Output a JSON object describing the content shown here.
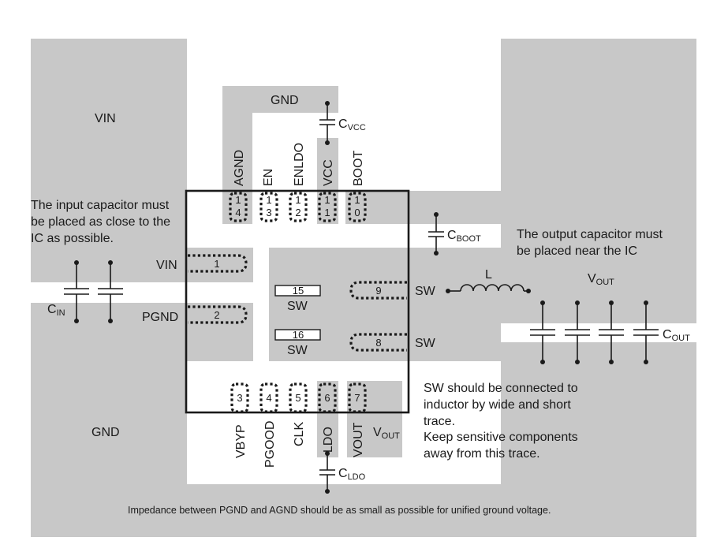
{
  "regions": {
    "vin": "VIN",
    "gnd_top": "GND",
    "gnd_bottom": "GND",
    "vout": "VOUT"
  },
  "pin_labels": {
    "agnd": "AGND",
    "en": "EN",
    "enldo": "ENLDO",
    "vcc": "VCC",
    "boot": "BOOT",
    "vin": "VIN",
    "pgnd": "PGND",
    "sw_right_top": "SW",
    "sw_right_bottom": "SW",
    "vbyp": "VBYP",
    "pgood": "PGOOD",
    "clk": "CLK",
    "ldo": "LDO",
    "vout": "VOUT",
    "vout_label": "VOUT"
  },
  "pin_numbers": {
    "p14": [
      "1",
      "4"
    ],
    "p13": [
      "1",
      "3"
    ],
    "p12": [
      "1",
      "2"
    ],
    "p11": [
      "1",
      "1"
    ],
    "p10": [
      "1",
      "0"
    ],
    "p1": "1",
    "p2": "2",
    "p3": "3",
    "p4": "4",
    "p5": "5",
    "p6": "6",
    "p7": "7",
    "p8": "8",
    "p9": "9",
    "p15": "15",
    "p16": "16"
  },
  "inner_labels": {
    "sw15": "SW",
    "sw16": "SW"
  },
  "components": {
    "cvcc": {
      "main": "C",
      "sub": "VCC"
    },
    "cboot": {
      "main": "C",
      "sub": "BOOT"
    },
    "cin": {
      "main": "C",
      "sub": "IN"
    },
    "cout": {
      "main": "C",
      "sub": "OUT"
    },
    "cldo": {
      "main": "C",
      "sub": "LDO"
    },
    "inductor": "L",
    "vout_label": {
      "main": "V",
      "sub": "OUT"
    },
    "vout_pin_label": {
      "main": "V",
      "sub": "OUT"
    }
  },
  "notes": {
    "input_cap": [
      "The input capacitor must",
      "be placed as close to the",
      "IC as possible."
    ],
    "output_cap": [
      "The output capacitor must",
      "be placed near the IC"
    ],
    "sw_trace": [
      "SW should be connected to",
      "inductor by wide and short",
      "trace.",
      "Keep sensitive components",
      "away from this trace."
    ],
    "impedance": "Impedance between PGND and AGND should be as small as possible for unified ground voltage."
  }
}
